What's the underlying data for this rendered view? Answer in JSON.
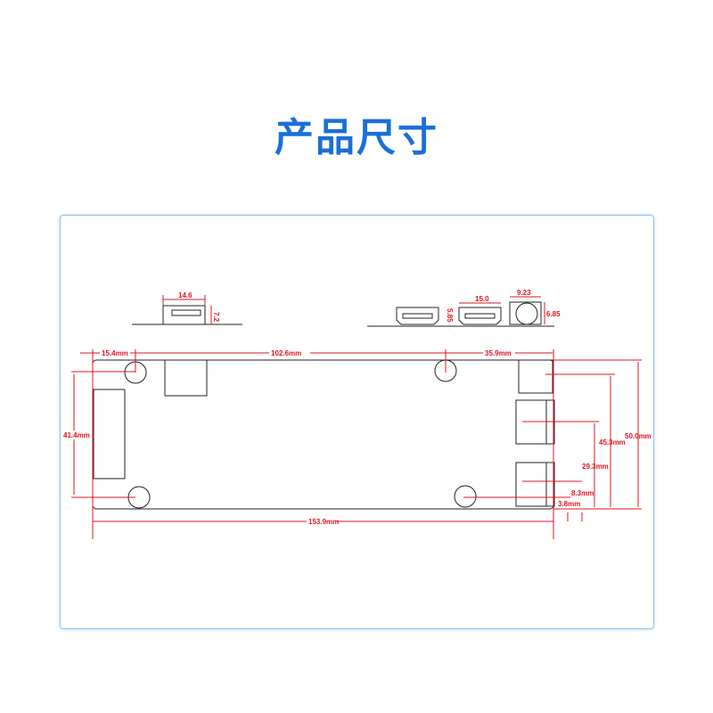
{
  "title": "产品尺寸",
  "side_view": {
    "usb_width": "14.6",
    "usb_height": "7.2",
    "hdmi_width": "15.0",
    "hdmi_height": "5.85",
    "jack_width": "9.23",
    "jack_height": "6.85"
  },
  "top_view": {
    "hole_left_offset": "15.4mm",
    "hole_spacing": "102.6mm",
    "hole_right_offset": "35.9mm",
    "hole_vertical_spacing": "41.4mm",
    "board_length": "153.9mm",
    "board_width": "50.0mm",
    "port1_height": "45.3mm",
    "port2_height": "29.3mm",
    "port3_height": "8.3mm",
    "hole_bottom_offset": "3.8mm"
  },
  "colors": {
    "title": "#1a6fd8",
    "dimension": "#e0141e"
  }
}
